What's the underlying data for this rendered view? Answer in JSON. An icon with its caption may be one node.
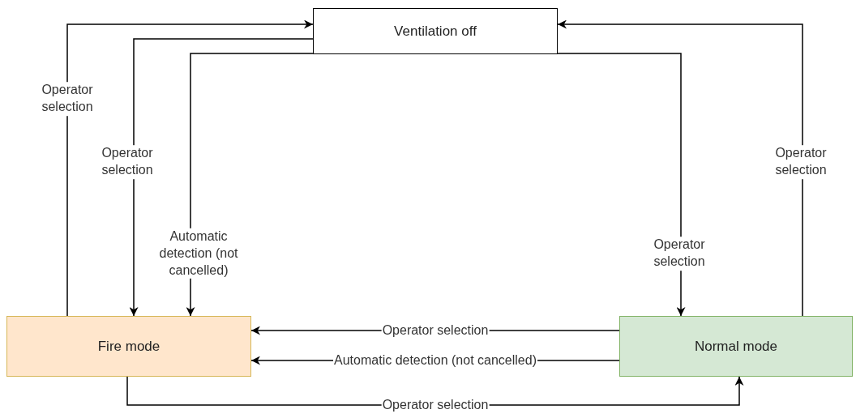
{
  "diagram": {
    "nodes": [
      {
        "text": [
          "Ventilation off"
        ]
      },
      {
        "text": [
          "Fire mode"
        ]
      },
      {
        "text": [
          "Normal mode"
        ]
      }
    ],
    "edges": [
      {
        "from": 1,
        "to": 0,
        "arrow": "to",
        "label": "Operator selection"
      },
      {
        "from": 0,
        "to": 1,
        "arrow": "to",
        "label": "Operator selection"
      },
      {
        "from": 0,
        "to": 1,
        "arrow": "to",
        "label": "Automatic detection (not cancelled)"
      },
      {
        "from": 0,
        "to": 2,
        "arrow": "to",
        "label": "Operator selection"
      },
      {
        "from": 2,
        "to": 0,
        "arrow": "to",
        "label": "Operator selection"
      },
      {
        "from": 2,
        "to": 1,
        "arrow": "to",
        "label": "Operator selection"
      },
      {
        "from": 2,
        "to": 1,
        "arrow": "to",
        "label": "Automatic detection (not cancelled)"
      },
      {
        "from": 1,
        "to": 2,
        "arrow": "to",
        "label": "Operator selection"
      }
    ]
  }
}
